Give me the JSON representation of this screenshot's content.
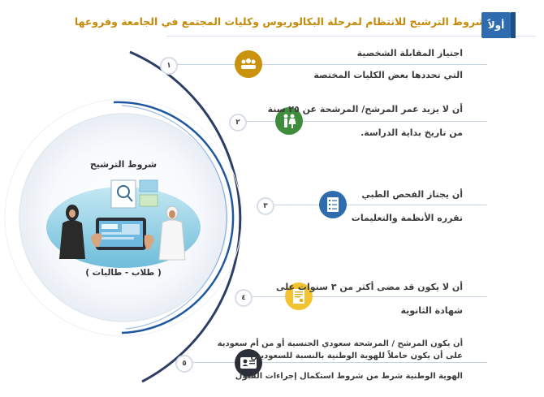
{
  "header": {
    "badge": "أولاً",
    "title": "شروط الترشيح للانتظام لمرحلة البكالوريوس وكليات المجتمع في الجامعة وفروعها"
  },
  "center": {
    "title": "شروط الترشيح",
    "subtitle": "( طلاب - طالبات )"
  },
  "conditions": [
    {
      "number": "١",
      "line1": "اجتياز المقابلة الشخصية",
      "line2": "التي تحددها بعض الكليات المختصة",
      "icon": "group-people-icon",
      "color": "#c9930e"
    },
    {
      "number": "٢",
      "line1": "أن لا يزيد عمر المرشح/ المرشحة عن ٢٥ سنة",
      "line2": "من تاريخ بداية الدراسة.",
      "icon": "man-woman-icon",
      "color": "#3e8c3c"
    },
    {
      "number": "٣",
      "line1": "أن يجتاز الفحص الطبي",
      "line2": "تقرره الأنظمة والتعليمات",
      "icon": "checklist-icon",
      "color": "#2f6caf"
    },
    {
      "number": "٤",
      "line1": "أن لا يكون قد مضى أكثر من ٣ سنوات على",
      "line2": "شهادة الثانوية",
      "icon": "certificate-icon",
      "color": "#f2c230"
    },
    {
      "number": "٥",
      "line1": "أن يكون المرشح / المرشحة سعودي الجنسية أو من أم سعودية",
      "line2": "على أن يكون حاملاً للهوية الوطنية بالنسبة للسعوديين",
      "line3": "الهوية الوطنية شرط من شروط استكمال إجراءات القبول",
      "icon": "id-card-icon",
      "color": "#2a2f3a"
    }
  ],
  "colors": {
    "arc": "#2d3e66",
    "accent": "#2f6caf",
    "title": "#c58a0a"
  }
}
